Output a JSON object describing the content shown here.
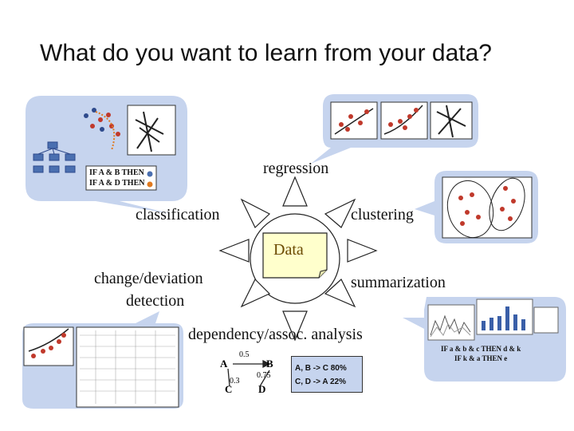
{
  "title": "What do you want to learn from your data?",
  "center": {
    "label": "Data"
  },
  "tasks": {
    "regression": "regression",
    "classification": "classification",
    "clustering": "clustering",
    "change_deviation": "change/deviation",
    "detection": "detection",
    "summarization": "summarization",
    "dependency": "dependency/assoc. analysis"
  },
  "classification_rules": {
    "rule1": "IF A & B THEN",
    "rule2": "IF A & D THEN"
  },
  "summary_rules": {
    "rule1": "IF a & b & c THEN d & k",
    "rule2": "IF k & a THEN e"
  },
  "dependency_graph": {
    "node_a": "A",
    "node_b": "B",
    "node_c": "C",
    "node_d": "D",
    "edge_ab": "0.5",
    "edge_bd": "0.75",
    "edge_ac": "0.3"
  },
  "assoc_rules": {
    "rule1": "A, B -> C  80%",
    "rule2": "C, D -> A  22%"
  },
  "colors": {
    "bubble": "#c6d4ee",
    "dot_red": "#c0392b",
    "dot_blue": "#2e4a8c",
    "note": "#ffffcc"
  }
}
